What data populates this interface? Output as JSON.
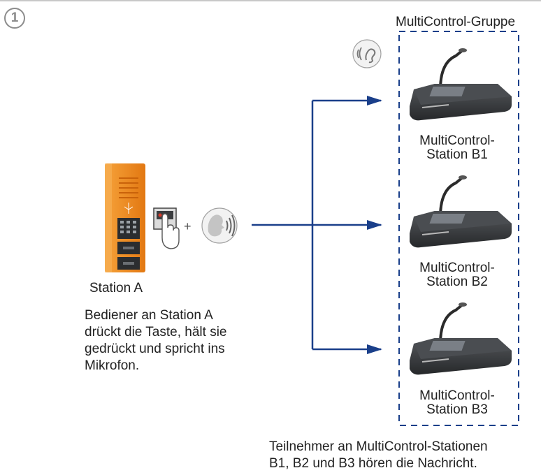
{
  "step_number": "1",
  "group_title": "MultiControl-Gruppe",
  "station_a_label": "Station A",
  "operator_caption": [
    "Bediener an Station A",
    "drückt die Taste, hält sie",
    "gedrückt und spricht ins",
    "Mikrofon."
  ],
  "stations": [
    {
      "label_line1": "MultiControl-",
      "label_line2": "Station B1"
    },
    {
      "label_line1": "MultiControl-",
      "label_line2": "Station B2"
    },
    {
      "label_line1": "MultiControl-",
      "label_line2": "Station B3"
    }
  ],
  "plus_sign": "+",
  "listeners_caption": [
    "Teilnehmer an MultiControl-Stationen",
    "B1, B2 und B3 hören die Nachricht."
  ],
  "colors": {
    "arrow": "#1a3f8a",
    "group_border": "#1a3f8a",
    "station_a_orange": "#f08a1c",
    "device_body": "#3b3d40",
    "icon_gray": "#8c8c8c"
  },
  "icons": [
    "speaker-icon",
    "listen-icon",
    "press-button-icon",
    "speaking-icon"
  ]
}
